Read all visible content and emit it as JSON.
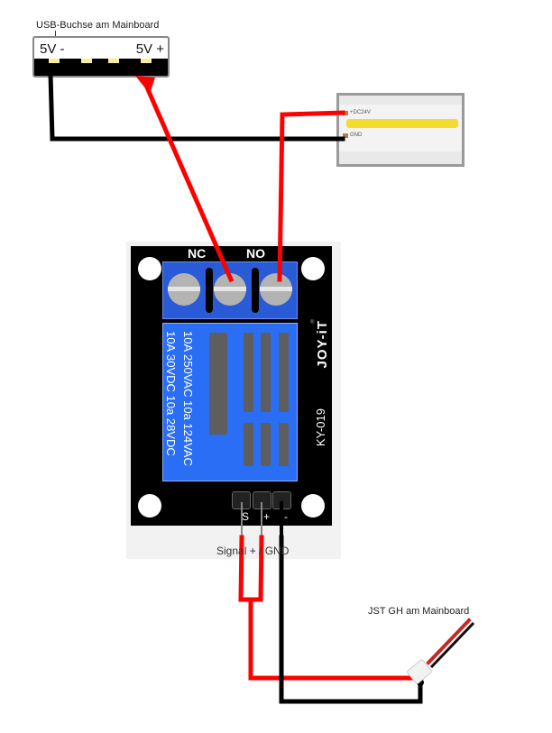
{
  "usb_socket": {
    "title": "USB-Buchse am Mainboard",
    "pin_minus": "5V -",
    "pin_plus": "5V +"
  },
  "led_strip": {
    "plus_label": "+DC24V",
    "gnd_label": "GND"
  },
  "relay_board": {
    "terminal_nc": "NC",
    "terminal_no": "NO",
    "rating_line_1": "10A 250VAC 10a 124VAC",
    "rating_line_2": "10A 30VDC 10a 28VDC",
    "brand": "JOY-iT",
    "model": "KY-019",
    "pin_s": "S",
    "pin_plus": "+",
    "pin_minus": "-",
    "pins_caption": "Signal + / GND"
  },
  "jst_connector": {
    "title": "JST GH am Mainboard"
  },
  "colors": {
    "wire_positive": "#ff0000",
    "wire_ground": "#000000",
    "terminal_blue": "#2a5bd7",
    "relay_blue": "#2a6ef5"
  }
}
